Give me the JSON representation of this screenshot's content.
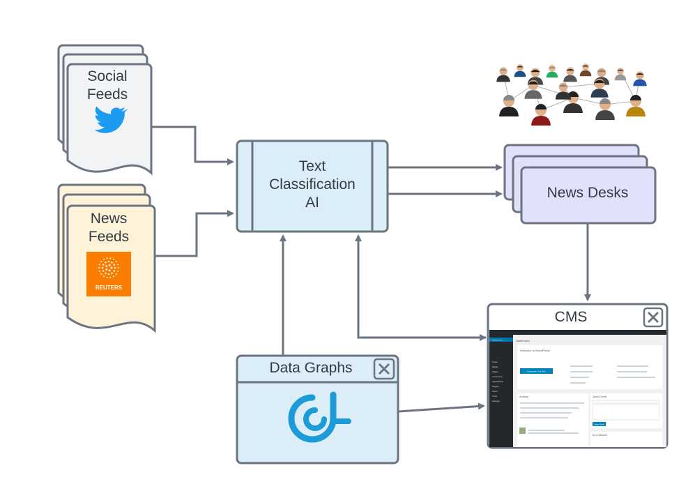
{
  "nodes": {
    "social_feeds": {
      "line1": "Social",
      "line2": "Feeds",
      "icon": "twitter-bird-icon"
    },
    "news_feeds": {
      "line1": "News",
      "line2": "Feeds",
      "logo_text": "REUTERS"
    },
    "classifier": {
      "line1": "Text",
      "line2": "Classification",
      "line3": "AI"
    },
    "news_desks": {
      "label": "News Desks"
    },
    "cms": {
      "title": "CMS",
      "close_icon": "close-icon"
    },
    "data_graphs": {
      "title": "Data Graphs",
      "close_icon": "close-icon",
      "logo": "data-graphs-logo"
    },
    "audience": {
      "icon": "people-network-icon"
    }
  },
  "cms_screenshot": {
    "page_title": "Dashboard",
    "welcome": "Welcome to WordPress!",
    "customize_button": "Customize Your Site",
    "menu": [
      "Dashboard",
      "Posts",
      "Media",
      "Pages",
      "Comments",
      "Appearance",
      "Plugins",
      "Users",
      "Tools",
      "Settings"
    ],
    "panels": [
      "Activity",
      "Quick Draft",
      "At a Glance"
    ],
    "save_draft": "Save Draft"
  },
  "colors": {
    "stroke": "#6b7480",
    "social_fill": "#f1f3f5",
    "news_fill": "#fef2d9",
    "classifier_fill": "#dbedf7",
    "desks_fill": "#e1e1fc",
    "twitter": "#1d9bf0",
    "reuters": "#fa7d00",
    "datagraphs": "#1d9bd8"
  }
}
